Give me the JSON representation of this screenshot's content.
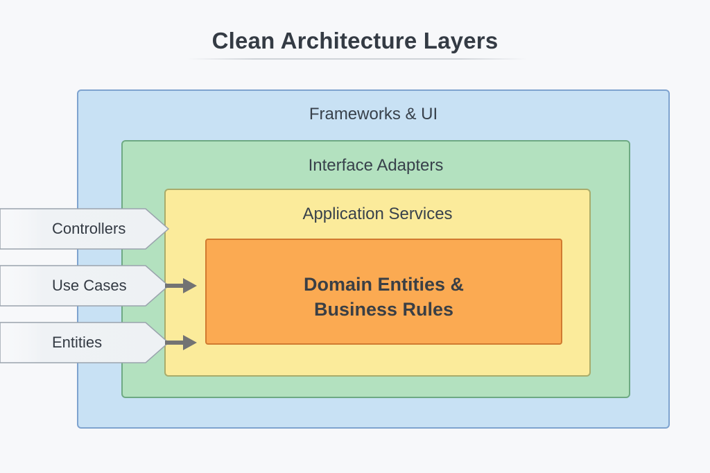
{
  "title": "Clean Architecture Layers",
  "layers": [
    {
      "label": "Frameworks & UI",
      "color": "#c8e1f4"
    },
    {
      "label": "Interface Adapters",
      "color": "#b3e1bf"
    },
    {
      "label": "Application Services",
      "color": "#fbeb9b"
    },
    {
      "label": "Domain Entities & Business Rules",
      "line1": "Domain Entities &",
      "line2": "Business Rules",
      "color": "#fbaa52"
    }
  ],
  "tags": [
    {
      "label": "Controllers",
      "has_arrow": false
    },
    {
      "label": "Use Cases",
      "has_arrow": true
    },
    {
      "label": "Entities",
      "has_arrow": true
    }
  ]
}
